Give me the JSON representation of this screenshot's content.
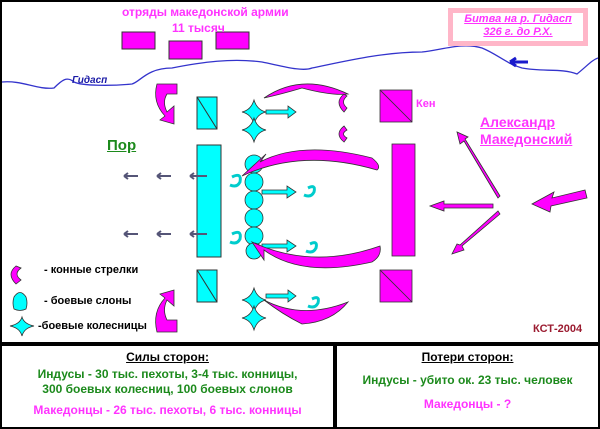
{
  "title": {
    "line1_parts": [
      "Битва",
      "на",
      "р. Гидасп"
    ],
    "line2": "326 г. до Р.Х."
  },
  "top_detachment": {
    "label": "отряды македонской армии",
    "count": "11 тысяч"
  },
  "river": {
    "name": "Гидасп"
  },
  "commanders": {
    "ken": "Кен",
    "alexander_line1": "Александр",
    "alexander_line2": "Македонский",
    "por": "Пор"
  },
  "legend": [
    {
      "icon": "horse-archers-icon",
      "label": "- конные стрелки"
    },
    {
      "icon": "war-elephant-icon",
      "label": "- боевые слоны"
    },
    {
      "icon": "chariot-icon",
      "label": "-боевые колесницы"
    }
  ],
  "signature": "КСТ-2004",
  "forces": {
    "heading": "Силы сторон:",
    "indians_line1": "Индусы - 30 тыс. пехоты, 3-4 тыс. конницы,",
    "indians_line2": "300 боевых колесниц, 100 боевых слонов",
    "macedonians": "Македонцы - 26 тыс. пехоты, 6 тыс. конницы"
  },
  "losses": {
    "heading": "Потери сторон:",
    "indians": "Индусы - убито ок. 23 тыс. человек",
    "macedonians": "Македонцы - ?"
  },
  "colors": {
    "macedonian": "#ff00ff",
    "indian": "#00ffff",
    "river": "#3333cc",
    "green_text": "#1c8a1c",
    "title_border": "#ffb6c8"
  }
}
